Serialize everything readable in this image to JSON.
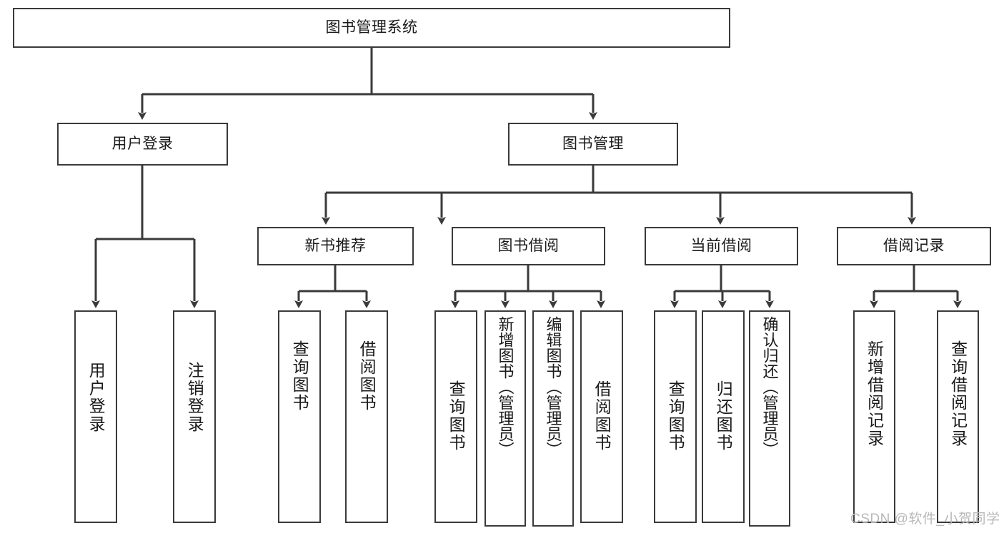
{
  "diagram": {
    "title": "图书管理系统",
    "type": "tree",
    "root": {
      "label": "图书管理系统"
    },
    "level2": [
      {
        "label": "用户登录"
      },
      {
        "label": "图书管理"
      }
    ],
    "level3": [
      {
        "label": "新书推荐"
      },
      {
        "label": "图书借阅"
      },
      {
        "label": "当前借阅"
      },
      {
        "label": "借阅记录"
      }
    ],
    "leaves": {
      "user_login": [
        {
          "label": "用户登录"
        },
        {
          "label": "注销登录"
        }
      ],
      "new_book_recommend": [
        {
          "label": "查询图书"
        },
        {
          "label": "借阅图书"
        }
      ],
      "book_borrow": [
        {
          "label": "查询图书"
        },
        {
          "label": "新增图书（管理员）"
        },
        {
          "label": "编辑图书（管理员）"
        },
        {
          "label": "借阅图书"
        }
      ],
      "current_borrow": [
        {
          "label": "查询图书"
        },
        {
          "label": "归还图书"
        },
        {
          "label": "确认归还（管理员）"
        }
      ],
      "borrow_record": [
        {
          "label": "新增借阅记录"
        },
        {
          "label": "查询借阅记录"
        }
      ]
    }
  },
  "watermark": {
    "text": "CSDN @软件_小贺同学"
  },
  "colors": {
    "box_border": "#3a3a3a",
    "line": "#3a3a3a",
    "background": "#ffffff",
    "text": "#1a1a1a",
    "watermark": "#b8b8b8"
  }
}
